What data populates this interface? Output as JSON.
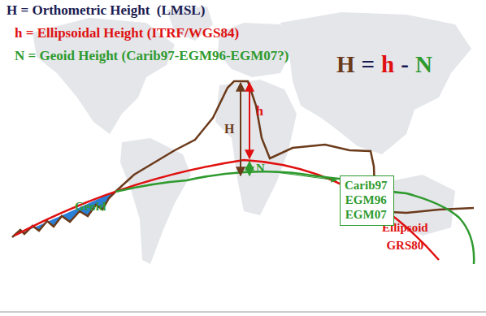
{
  "diagram": {
    "nodes": [
      {
        "text": [
          "Carib97 EGM96 EGM07"
        ]
      }
    ],
    "labels": [
      "H = Orthometric Height  (LMSL)",
      "h = Ellipsoidal Height (ITRF/WGS84)",
      "N = Geoid Height (Carib97-EGM96-EGM07?)",
      "H",
      "=",
      "h",
      "-",
      "N",
      "H",
      "h",
      "N",
      "Geoid",
      "Ellipsoid GRS80"
    ]
  }
}
